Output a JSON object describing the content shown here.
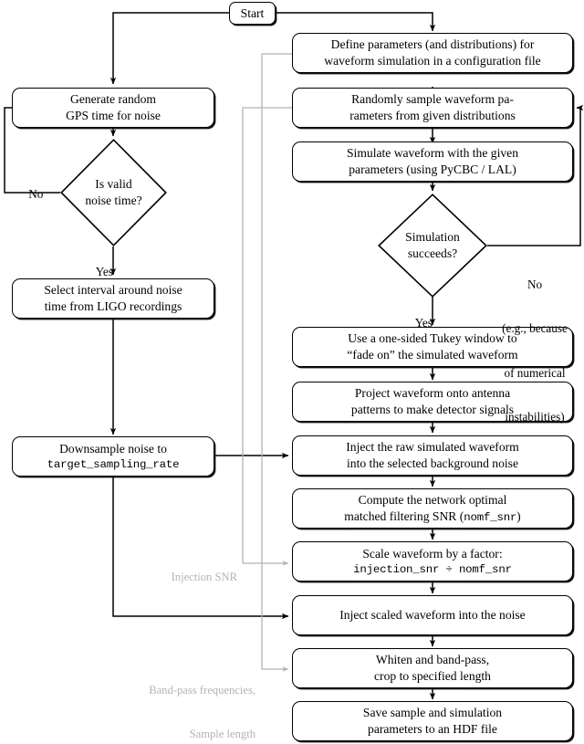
{
  "diagram": {
    "title": "Gravitational-wave sample generation pipeline flowchart",
    "colors": {
      "stroke": "#000000",
      "background": "#ffffff",
      "annotation_gray": "#b3b3b3"
    },
    "start_node": {
      "label": "Start"
    },
    "noise_branch": {
      "generate_gps": {
        "line1": "Generate random",
        "line2": "GPS time for noise"
      },
      "valid_decision": {
        "line1": "Is valid",
        "line2": "noise time?"
      },
      "no_label": "No",
      "yes_label": "Yes",
      "select_interval": {
        "line1": "Select interval around noise",
        "line2": "time from LIGO recordings"
      },
      "downsample": {
        "line1": "Downsample noise to",
        "line2": "target_sampling_rate"
      }
    },
    "waveform_branch": {
      "define_parameters": {
        "line1": "Define parameters (and distributions) for",
        "line2": "waveform simulation in a configuration file"
      },
      "sample_parameters": {
        "line1": "Randomly sample waveform pa-",
        "line2": "rameters from given distributions"
      },
      "simulate_waveform": {
        "line1": "Simulate waveform with the given",
        "line2": "parameters (using PyCBC / LAL)"
      },
      "sim_decision": {
        "line1": "Simulation",
        "line2": "succeeds?"
      },
      "sim_no_label": {
        "line1": "No",
        "line2": "(e.g., because",
        "line3": "of numerical",
        "line4": "instabilities)"
      },
      "sim_yes_label": "Yes",
      "tukey_window": {
        "line1": "Use a one-sided Tukey window to",
        "line2": "“fade on” the simulated waveform"
      },
      "project_waveform": {
        "line1": "Project waveform onto antenna",
        "line2": "patterns to make detector signals"
      },
      "inject_raw": {
        "line1": "Inject the raw simulated waveform",
        "line2": "into the selected background noise"
      },
      "compute_snr": {
        "line1": "Compute the network optimal",
        "line2a": "matched filtering SNR (",
        "line2b": "nomf_snr",
        "line2c": ")"
      },
      "scale_waveform": {
        "line1": "Scale waveform by a factor:",
        "line2": "injection_snr ÷ nomf_snr"
      },
      "inject_scaled": {
        "line1": "Inject scaled waveform into the noise"
      },
      "whiten": {
        "line1": "Whiten and band-pass,",
        "line2": "crop to specified length"
      },
      "save_sample": {
        "line1": "Save sample and simulation",
        "line2": "parameters to an HDF file"
      }
    },
    "annotations": {
      "injection_snr": "Injection SNR",
      "bandpass": {
        "line1": "Band-pass frequencies,",
        "line2": "Sample length"
      }
    }
  }
}
